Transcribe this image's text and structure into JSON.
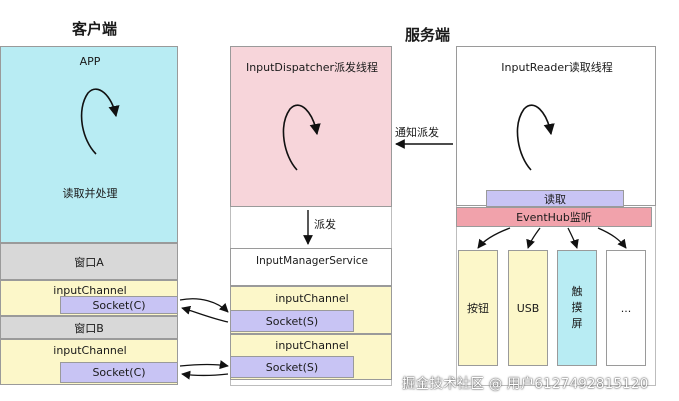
{
  "client": {
    "heading": "客户端",
    "app_label": "APP",
    "process_label": "读取并处理",
    "window_a": "窗口A",
    "channel_a": "inputChannel",
    "socket_a": "Socket(C)",
    "window_b": "窗口B",
    "channel_b": "inputChannel",
    "socket_b": "Socket(C)"
  },
  "server": {
    "heading": "服务端",
    "dispatcher_label": "InputDispatcher派发线程",
    "reader_label": "InputReader读取线程",
    "notify_label": "通知派发",
    "dispatch_label": "派发",
    "read_label": "读取",
    "eventhub_label": "EventHub监听",
    "ims_label": "InputManagerService",
    "channel_1": "inputChannel",
    "socket_1": "Socket(S)",
    "channel_2": "inputChannel",
    "socket_2": "Socket(S)"
  },
  "devices": [
    "按钮",
    "USB",
    "触摸屏",
    "..."
  ],
  "watermark": "掘金技术社区 @ 用户6127492815120",
  "colors": {
    "app": "#b8ecf3",
    "dispatcher": "#f7d5da",
    "window": "#d8d8d8",
    "channel": "#fcf7c9",
    "socket": "#c8c4f4",
    "eventhub": "#f1a2ab",
    "touch": "#b8ecf3"
  }
}
